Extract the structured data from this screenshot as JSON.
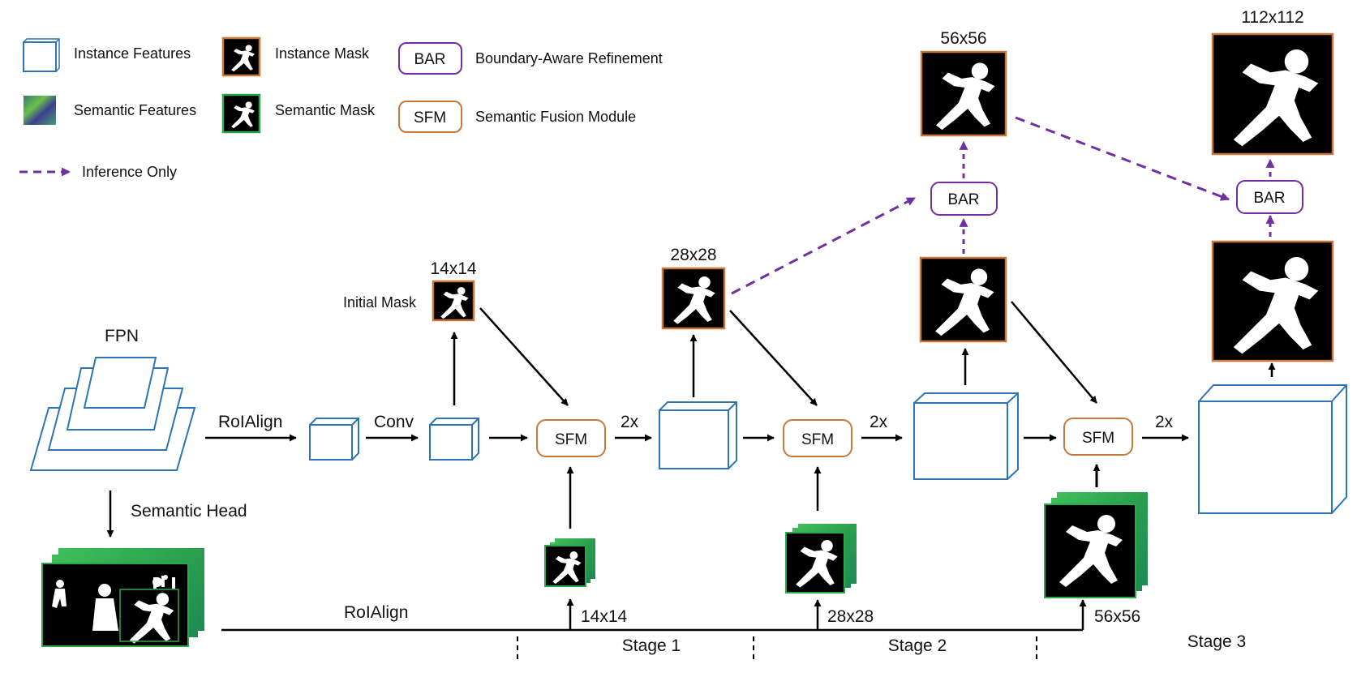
{
  "legend": {
    "instance_features": "Instance Features",
    "semantic_features": "Semantic Features",
    "instance_mask": "Instance Mask",
    "semantic_mask": "Semantic Mask",
    "bar_abbr": "BAR",
    "bar_full": "Boundary-Aware Refinement",
    "sfm_abbr": "SFM",
    "sfm_full": "Semantic Fusion Module",
    "inference_only": "Inference Only"
  },
  "labels": {
    "fpn": "FPN",
    "roialign_top": "RoIAlign",
    "conv": "Conv",
    "semantic_head": "Semantic Head",
    "roialign_bottom": "RoIAlign",
    "initial_mask": "Initial Mask",
    "size_14_top": "14x14",
    "size_28_top": "28x28",
    "size_56_top": "56x56",
    "size_112_top": "112x112",
    "size_14_bottom": "14x14",
    "size_28_bottom": "28x28",
    "size_56_bottom": "56x56",
    "upsample_1": "2x",
    "upsample_2": "2x",
    "upsample_3": "2x",
    "sfm_1": "SFM",
    "sfm_2": "SFM",
    "sfm_3": "SFM",
    "bar_1": "BAR",
    "bar_2": "BAR",
    "stage_1": "Stage 1",
    "stage_2": "Stage 2",
    "stage_3": "Stage 3"
  },
  "colors": {
    "instance_blue": "#2e75b6",
    "mask_orange": "#c8773a",
    "semantic_green": "#2aa84a",
    "inference_purple": "#7030a0",
    "arrow_black": "#000000"
  }
}
